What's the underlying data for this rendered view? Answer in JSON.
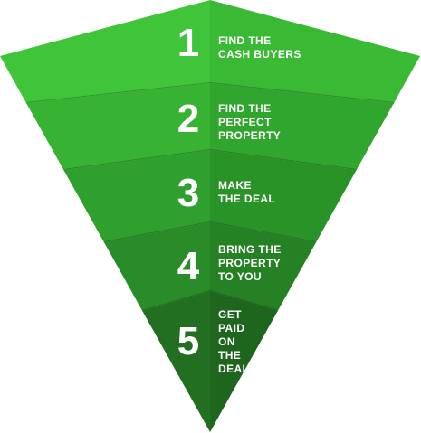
{
  "funnel": {
    "steps": [
      {
        "number": "1",
        "lines": [
          "FIND THE",
          "CASH BUYERS"
        ],
        "left_color": "#3fc43a",
        "right_color": "#3ab935"
      },
      {
        "number": "2",
        "lines": [
          "FIND THE",
          "PERFECT",
          "PROPERTY"
        ],
        "left_color": "#37b233",
        "right_color": "#31a62e"
      },
      {
        "number": "3",
        "lines": [
          "MAKE",
          "THE DEAL"
        ],
        "left_color": "#2f9f2d",
        "right_color": "#2a9328"
      },
      {
        "number": "4",
        "lines": [
          "BRING THE",
          "PROPERTY",
          "TO YOU"
        ],
        "left_color": "#2a8c28",
        "right_color": "#258124"
      },
      {
        "number": "5",
        "lines": [
          "GET",
          "PAID",
          "ON",
          "THE",
          "DEAL"
        ],
        "left_color": "#226f21",
        "right_color": "#1e651e"
      }
    ]
  }
}
